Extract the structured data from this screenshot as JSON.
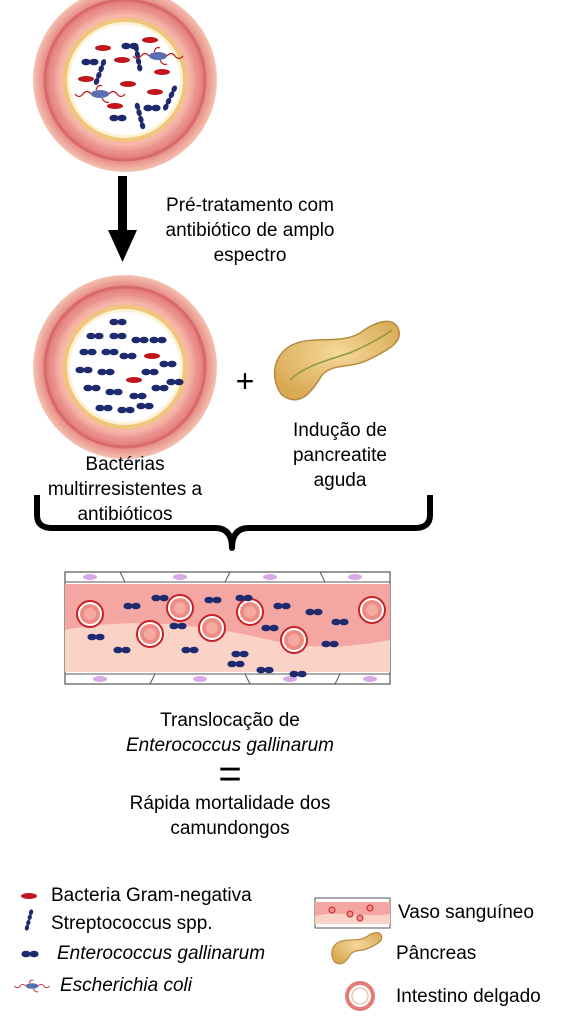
{
  "steps": {
    "pretreatment": [
      "Pré-tratamento com",
      "antibiótico  de amplo",
      "espectro"
    ],
    "plus": "+",
    "resistant": [
      "Bactérias",
      "multirresistentes a",
      "antibióticos"
    ],
    "pancreatitis": [
      "Indução de",
      "pancreatite",
      "aguda"
    ],
    "translocation_line1": "Translocação de",
    "translocation_line2": "Enterococcus gallinarum",
    "equals": "=",
    "outcome": [
      "Rápida mortalidade dos",
      "camundongos"
    ]
  },
  "legend": {
    "gram_negative": "Bacteria Gram-negativa",
    "streptococcus": "Streptococcus spp.",
    "enterococcus": "Enterococcus gallinarum",
    "ecoli": "Escherichia coli",
    "blood_vessel": "Vaso sanguíneo",
    "pancreas": "Pâncreas",
    "small_intestine": "Intestino delgado"
  },
  "colors": {
    "intestine_ring": "#e98a8a",
    "intestine_lumen": "#fdf2d6",
    "gram_negative": "#c0151b",
    "enterococcus": "#1e2a6e",
    "vessel_plasma": "#f4a7a2",
    "vessel_inner": "#fbd3c6",
    "pancreas": "#e8c27a"
  },
  "icons": [
    "arrow-down-icon",
    "brace-icon",
    "pancreas-icon",
    "blood-vessel-icon",
    "intestine-icon"
  ]
}
